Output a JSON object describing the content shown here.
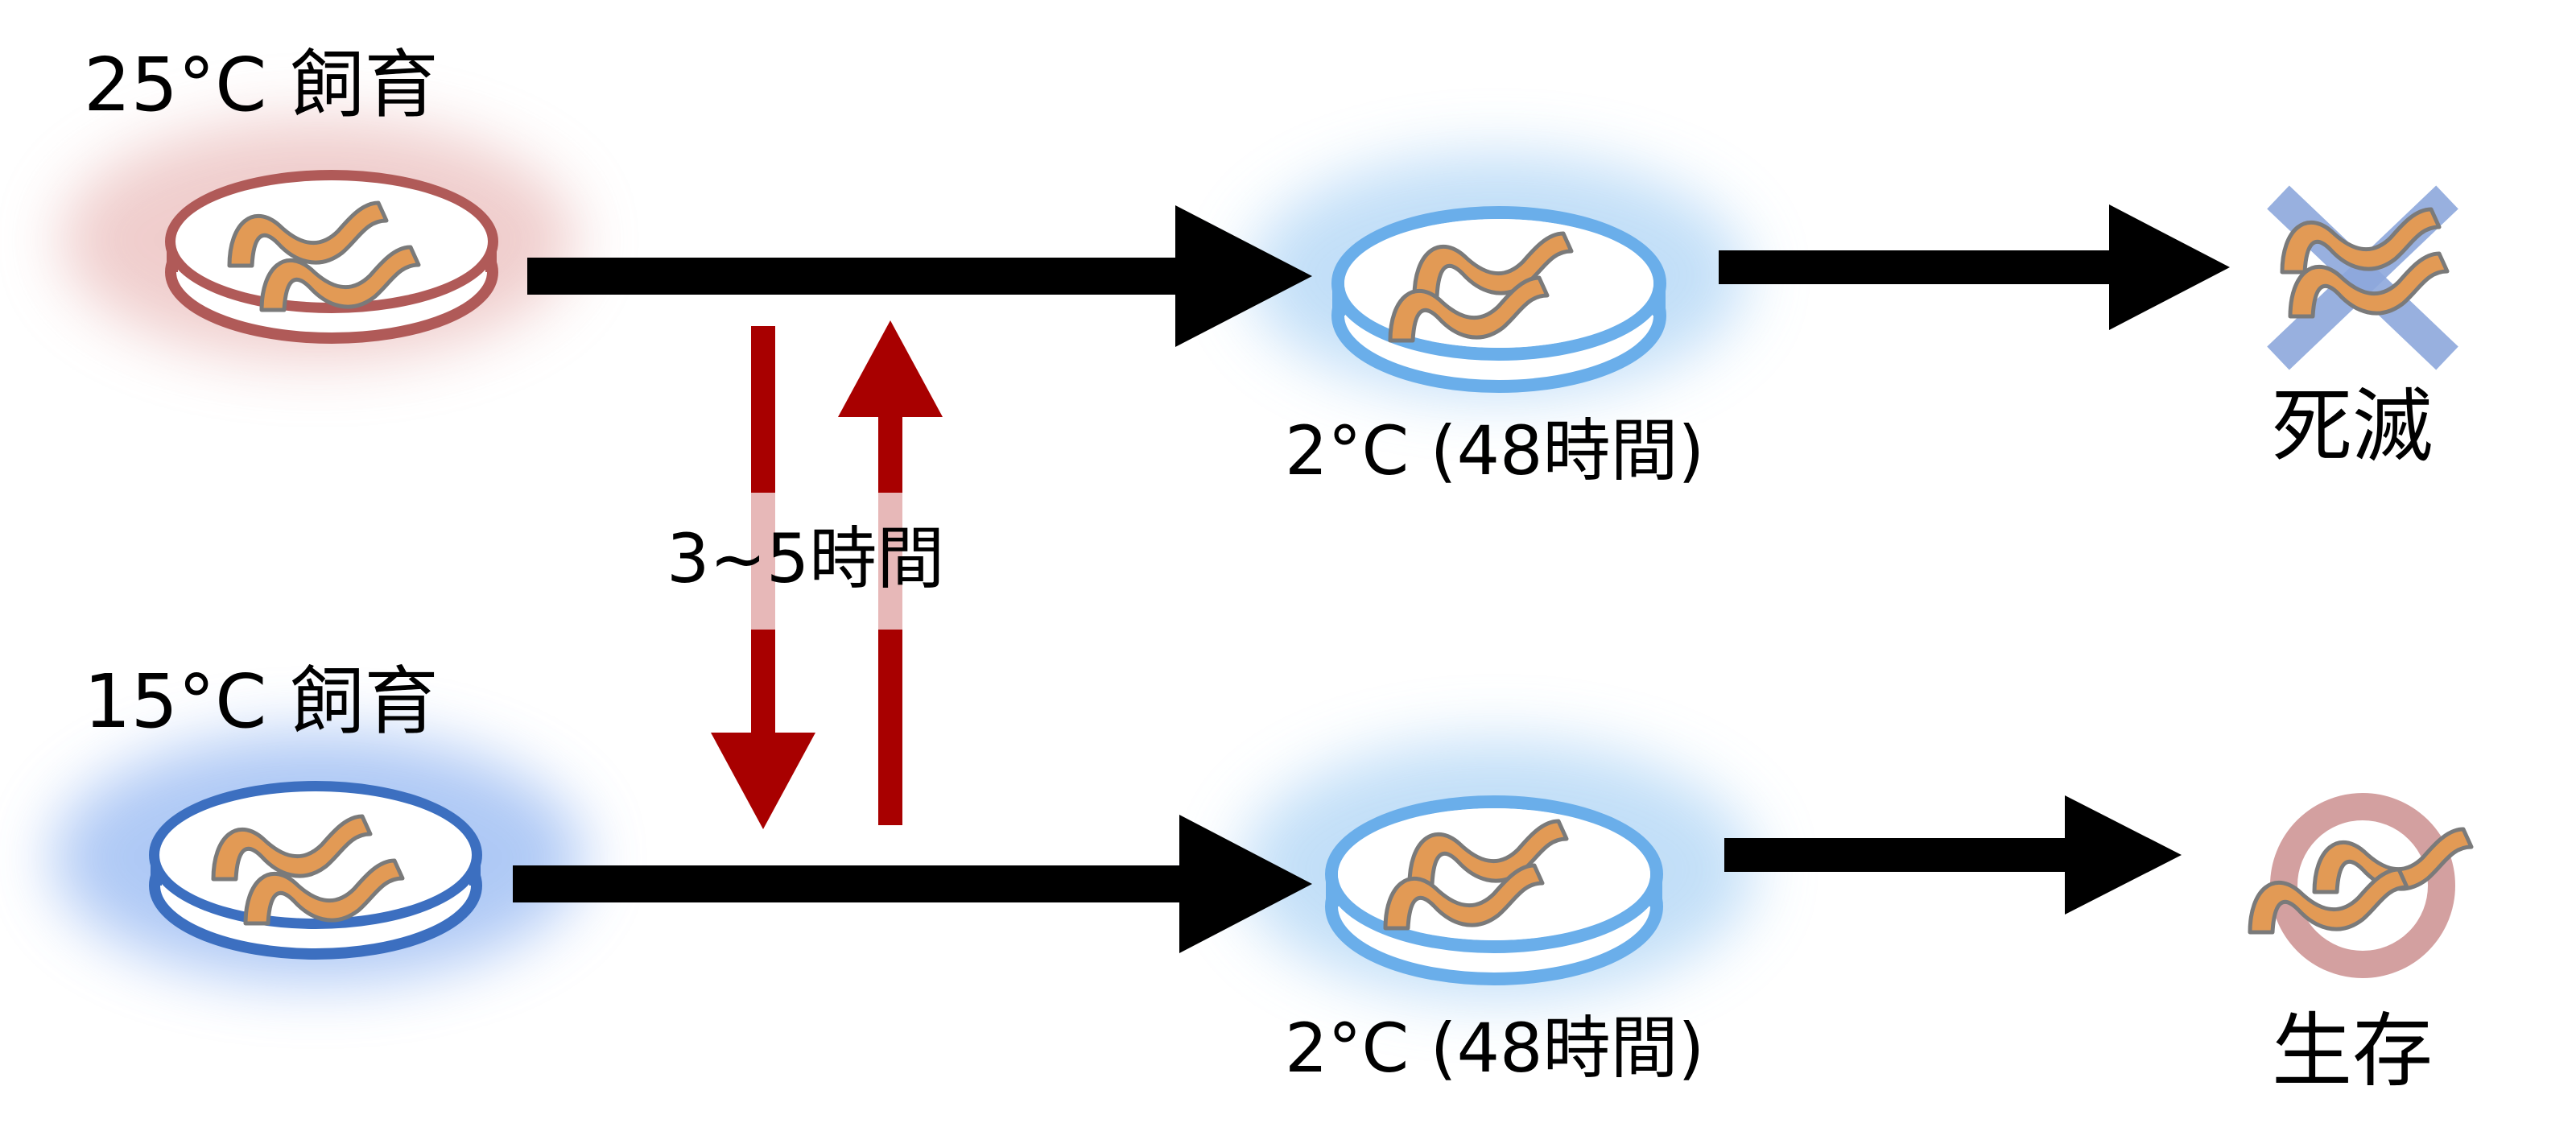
{
  "rows": [
    {
      "rearing_label": "25°C 飼育",
      "rearing_color": "#b05a58",
      "rearing_glow": "#e3a6a4",
      "cold_label": "2°C (48時間)",
      "outcome_label": "死滅",
      "outcome_icon": "cross-icon",
      "outcome_color": "#8da8dc"
    },
    {
      "rearing_label": "15°C 飼育",
      "rearing_color": "#3c6fc0",
      "rearing_glow": "#7aa6ef",
      "cold_label": "2°C (48時間)",
      "outcome_label": "生存",
      "outcome_icon": "circle-icon",
      "outcome_color": "#d3a0a0"
    }
  ],
  "transfer_label": "3~5時間",
  "colors": {
    "cold_dish": "#6aaeea",
    "cold_glow": "#b3d7f6",
    "worm_fill": "#e29a55",
    "worm_outline": "#7a7a7a",
    "arrow": "#000000",
    "transfer_arrow": "#a80000"
  }
}
